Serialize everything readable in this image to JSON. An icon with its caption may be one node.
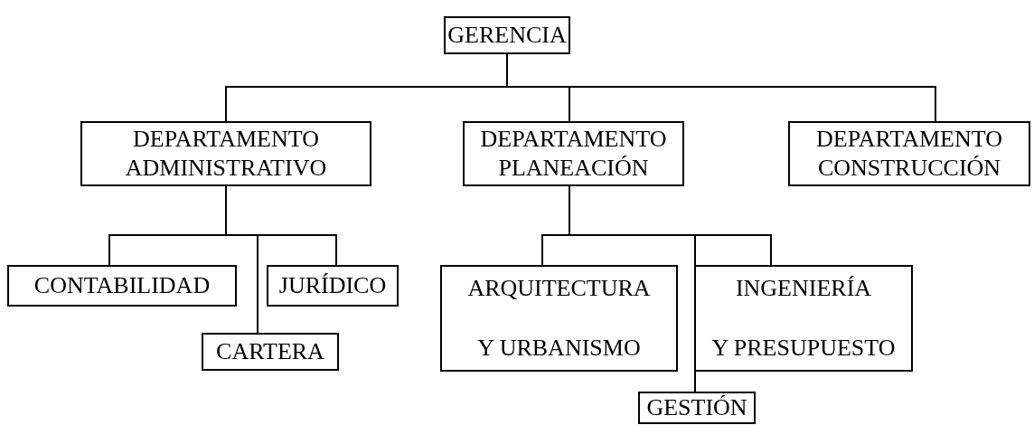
{
  "diagram": {
    "nodes": [
      {
        "text": [
          "GERENCIA"
        ]
      },
      {
        "text": [
          "DEPARTAMENTO ADMINISTRATIVO"
        ]
      },
      {
        "text": [
          "DEPARTAMENTO PLANEACIÓN"
        ]
      },
      {
        "text": [
          "DEPARTAMENTO CONSTRUCCIÓN"
        ]
      },
      {
        "text": [
          "CONTABILIDAD"
        ]
      },
      {
        "text": [
          "JURÍDICO"
        ]
      },
      {
        "text": [
          "CARTERA"
        ]
      },
      {
        "text": [
          "ARQUITECTURA",
          "Y URBANISMO"
        ]
      },
      {
        "text": [
          "INGENIERÍA",
          "Y PRESUPUESTO"
        ]
      },
      {
        "text": [
          "GESTIÓN"
        ]
      }
    ],
    "edges": [
      {
        "from": 0,
        "to": 1,
        "arrow": "none"
      },
      {
        "from": 0,
        "to": 2,
        "arrow": "none"
      },
      {
        "from": 0,
        "to": 3,
        "arrow": "none"
      },
      {
        "from": 1,
        "to": 4,
        "arrow": "none"
      },
      {
        "from": 1,
        "to": 6,
        "arrow": "none"
      },
      {
        "from": 1,
        "to": 5,
        "arrow": "none"
      },
      {
        "from": 2,
        "to": 7,
        "arrow": "none"
      },
      {
        "from": 2,
        "to": 9,
        "arrow": "none"
      },
      {
        "from": 2,
        "to": 8,
        "arrow": "none"
      }
    ]
  }
}
